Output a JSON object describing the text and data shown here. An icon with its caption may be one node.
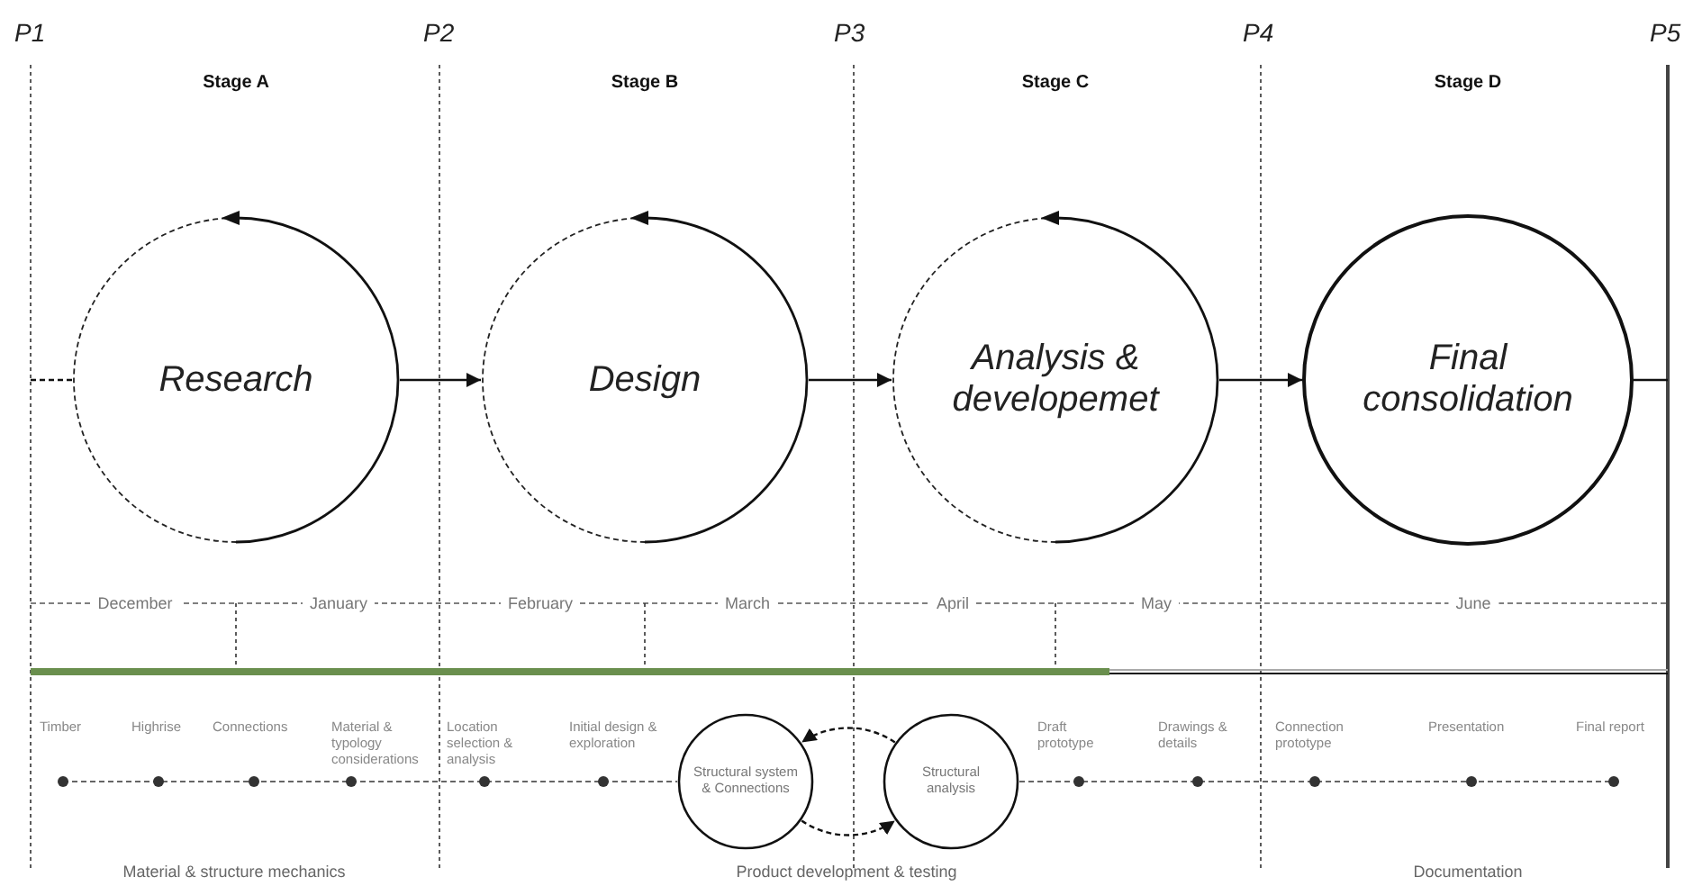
{
  "diagram": {
    "nodes": [
      {
        "text": [
          "Research"
        ]
      },
      {
        "text": [
          "Design"
        ]
      },
      {
        "text": [
          "Analysis & developemet"
        ]
      },
      {
        "text": [
          "Final consolidation"
        ]
      },
      {
        "text": [
          "Structural system & Connections"
        ]
      },
      {
        "text": [
          "Structural analysis"
        ]
      }
    ],
    "edges": [
      {
        "from": 0,
        "to": 1,
        "arrow": "to"
      },
      {
        "from": 1,
        "to": 2,
        "arrow": "to"
      },
      {
        "from": 2,
        "to": 3,
        "arrow": "to"
      },
      {
        "from": null,
        "to": 0,
        "arrow": "none",
        "style": "dashed"
      },
      {
        "from": 3,
        "to": null,
        "arrow": "none"
      },
      {
        "from": 5,
        "to": 4,
        "arrow": "to",
        "style": "dashed"
      },
      {
        "from": 4,
        "to": 5,
        "arrow": "to",
        "style": "dashed"
      }
    ],
    "labels": [
      "P1",
      "P2",
      "P3",
      "P4",
      "P5",
      "Stage A",
      "Stage B",
      "Stage C",
      "Stage D",
      "December",
      "January",
      "February",
      "March",
      "April",
      "May",
      "June",
      "Timber",
      "Highrise",
      "Connections",
      "Material & typology considerations",
      "Location selection & analysis",
      "Initial design & exploration",
      "Draft prototype",
      "Drawings & details",
      "Connection prototype",
      "Presentation",
      "Final report",
      "Material & structure mechanics",
      "Product development & testing",
      "Documentation"
    ]
  }
}
